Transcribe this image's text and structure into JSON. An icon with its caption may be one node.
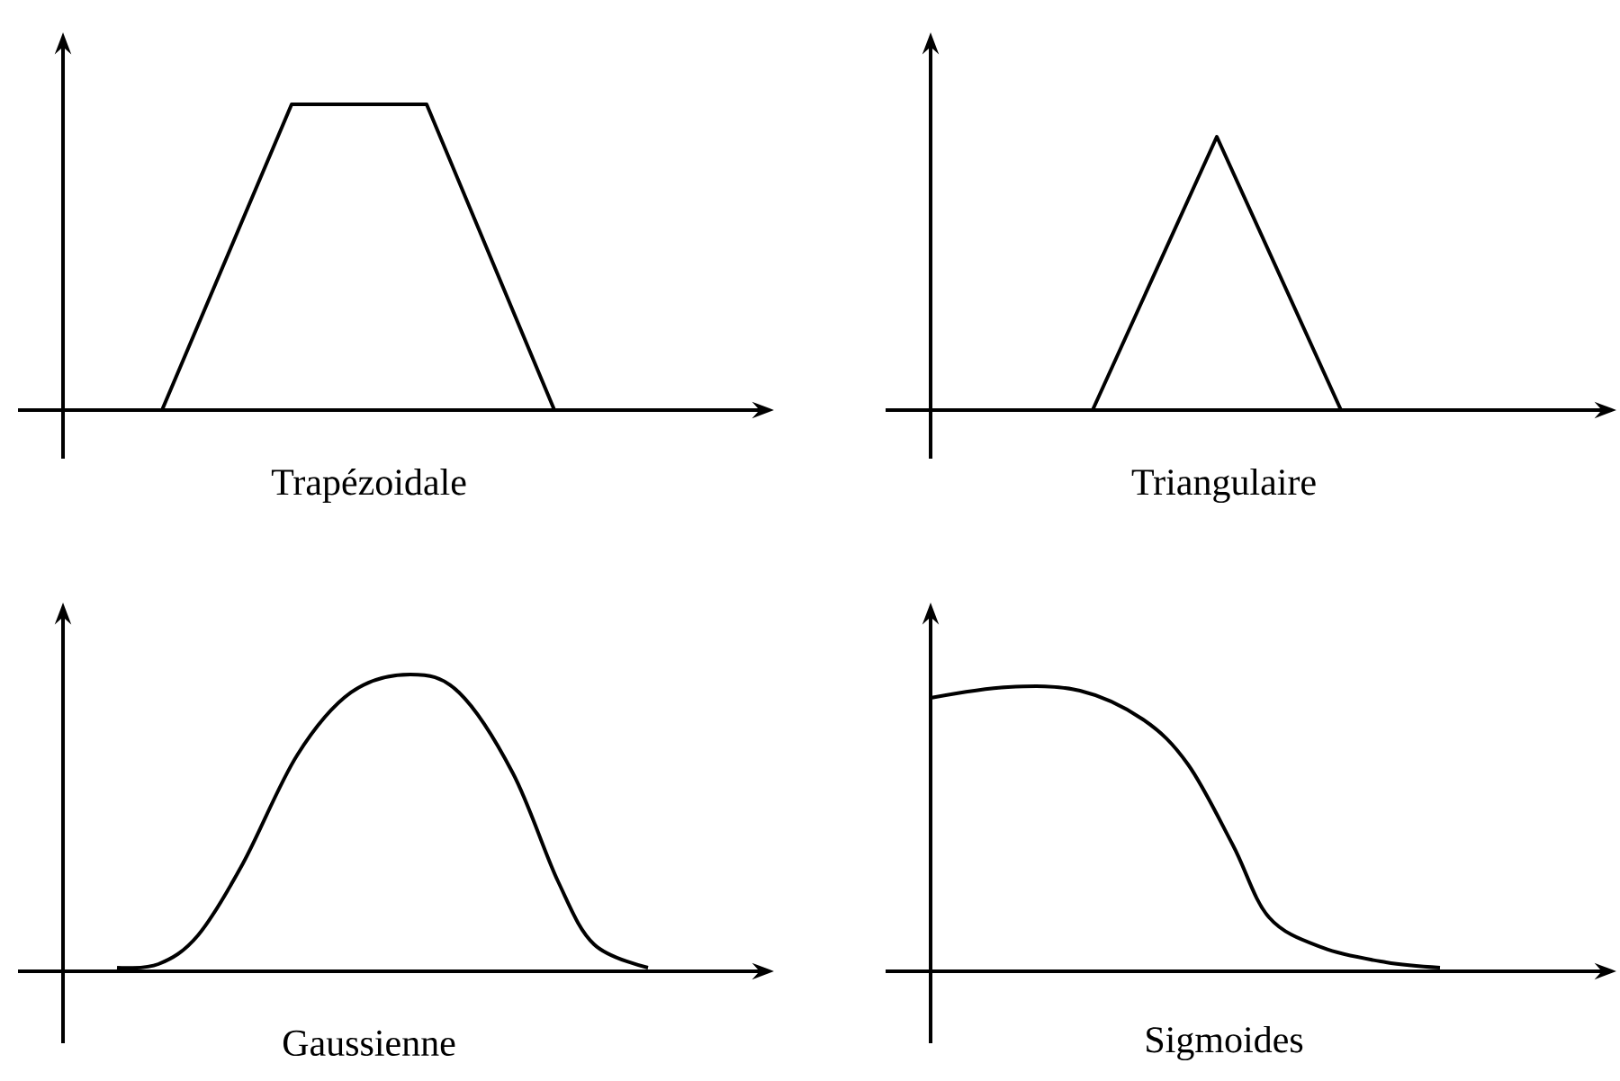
{
  "diagram": {
    "labels": [
      "Trapézoidale",
      "Triangulaire",
      "Gaussienne",
      "Sigmoides"
    ]
  }
}
